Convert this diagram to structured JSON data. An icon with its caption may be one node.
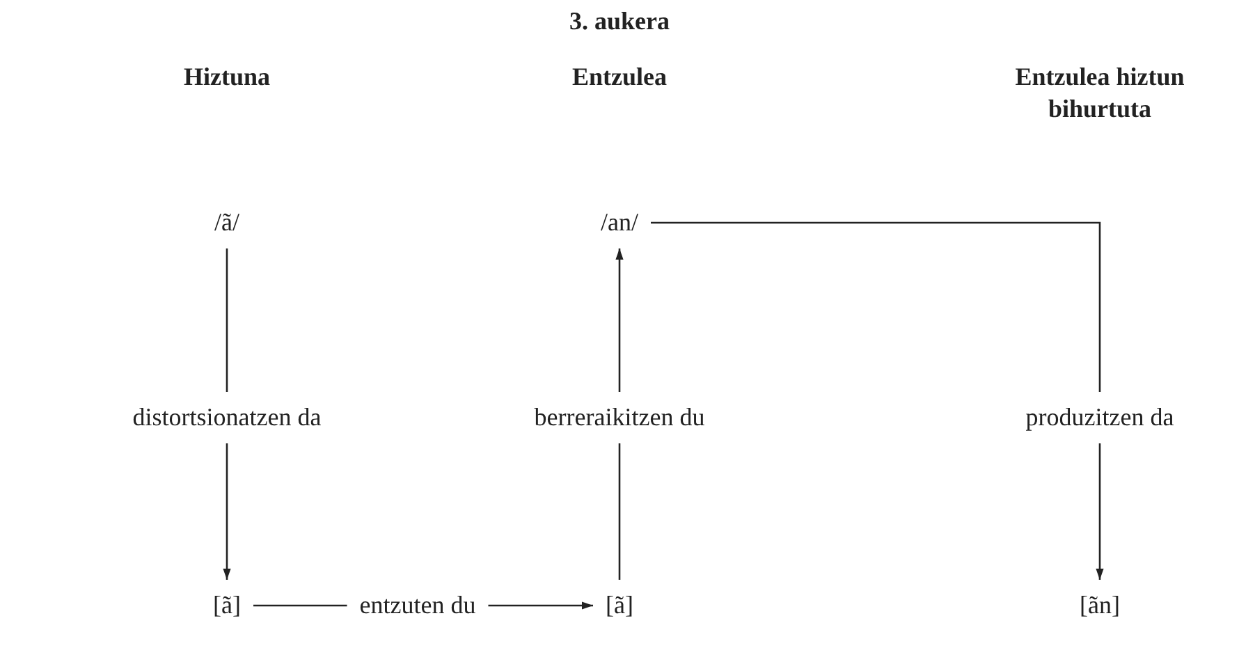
{
  "diagram": {
    "title": "3. aukera",
    "nodes": [
      {
        "text": [
          "/ã/"
        ]
      },
      {
        "text": [
          "distortsionatzen da"
        ]
      },
      {
        "text": [
          "[ã]"
        ]
      },
      {
        "text": [
          "entzuten du"
        ]
      },
      {
        "text": [
          "[ã]"
        ]
      },
      {
        "text": [
          "berreraikitzen du"
        ]
      },
      {
        "text": [
          "/an/"
        ]
      },
      {
        "text": [
          "produzitzen da"
        ]
      },
      {
        "text": [
          "[ãn]"
        ]
      }
    ],
    "edges": [
      {
        "from": 0,
        "to": 1,
        "arrow": "none"
      },
      {
        "from": 1,
        "to": 2,
        "arrow": "to"
      },
      {
        "from": 2,
        "to": 3,
        "arrow": "none"
      },
      {
        "from": 3,
        "to": 4,
        "arrow": "to"
      },
      {
        "from": 4,
        "to": 5,
        "arrow": "none"
      },
      {
        "from": 5,
        "to": 6,
        "arrow": "to"
      },
      {
        "from": 6,
        "to": 7,
        "arrow": "none"
      },
      {
        "from": 7,
        "to": 8,
        "arrow": "to"
      }
    ],
    "labels": [
      "Hiztuna",
      "Entzulea",
      "Entzulea hiztun bihurtuta"
    ]
  }
}
